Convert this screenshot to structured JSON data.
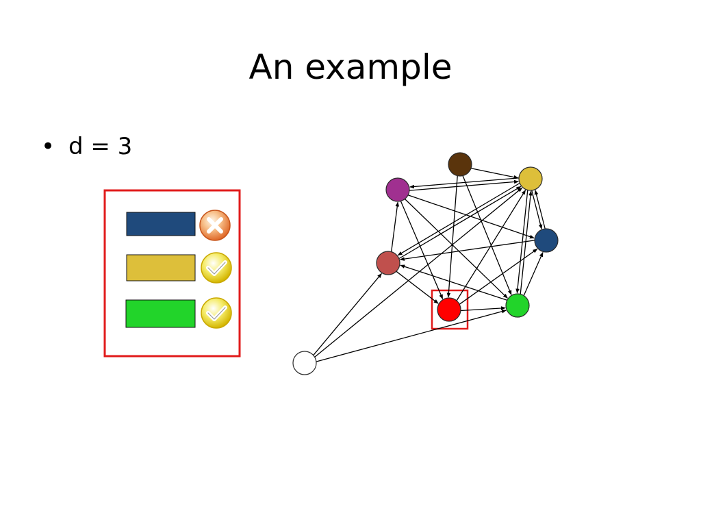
{
  "slide": {
    "title": "An example",
    "bullet_symbol": "•",
    "bullet_text": "d = 3"
  },
  "colors": {
    "highlight": "#e11b1b",
    "navy": "#1f4a7c",
    "gold": "#ddbf3a",
    "green": "#22d42a",
    "purple": "#a03090",
    "brown": "#5a340c",
    "rose": "#c0504d",
    "red": "#ff0000",
    "white": "#ffffff",
    "edge": "#000000"
  },
  "legend_rows": [
    {
      "name": "navy",
      "color": "#1f4a7c",
      "status": "cross-icon"
    },
    {
      "name": "gold",
      "color": "#ddbf3a",
      "status": "check-icon"
    },
    {
      "name": "green",
      "color": "#22d42a",
      "status": "check-icon"
    }
  ],
  "graph": {
    "nodes": [
      {
        "id": "brown",
        "color": "#5a340c"
      },
      {
        "id": "gold",
        "color": "#ddbf3a"
      },
      {
        "id": "purple",
        "color": "#a03090"
      },
      {
        "id": "navy",
        "color": "#1f4a7c"
      },
      {
        "id": "rose",
        "color": "#c0504d"
      },
      {
        "id": "red",
        "color": "#ff0000",
        "highlighted": true
      },
      {
        "id": "green",
        "color": "#22d42a"
      },
      {
        "id": "white",
        "color": "#ffffff"
      }
    ],
    "edges": [
      [
        "brown",
        "gold"
      ],
      [
        "brown",
        "red"
      ],
      [
        "brown",
        "green"
      ],
      [
        "gold",
        "purple"
      ],
      [
        "purple",
        "gold"
      ],
      [
        "purple",
        "red"
      ],
      [
        "purple",
        "green"
      ],
      [
        "purple",
        "navy"
      ],
      [
        "rose",
        "purple"
      ],
      [
        "rose",
        "gold"
      ],
      [
        "rose",
        "red"
      ],
      [
        "gold",
        "rose"
      ],
      [
        "navy",
        "rose"
      ],
      [
        "green",
        "rose"
      ],
      [
        "gold",
        "navy"
      ],
      [
        "navy",
        "gold"
      ],
      [
        "gold",
        "green"
      ],
      [
        "green",
        "gold"
      ],
      [
        "red",
        "gold"
      ],
      [
        "red",
        "navy"
      ],
      [
        "red",
        "green"
      ],
      [
        "green",
        "navy"
      ],
      [
        "white",
        "rose"
      ],
      [
        "white",
        "gold"
      ],
      [
        "white",
        "green"
      ]
    ]
  }
}
